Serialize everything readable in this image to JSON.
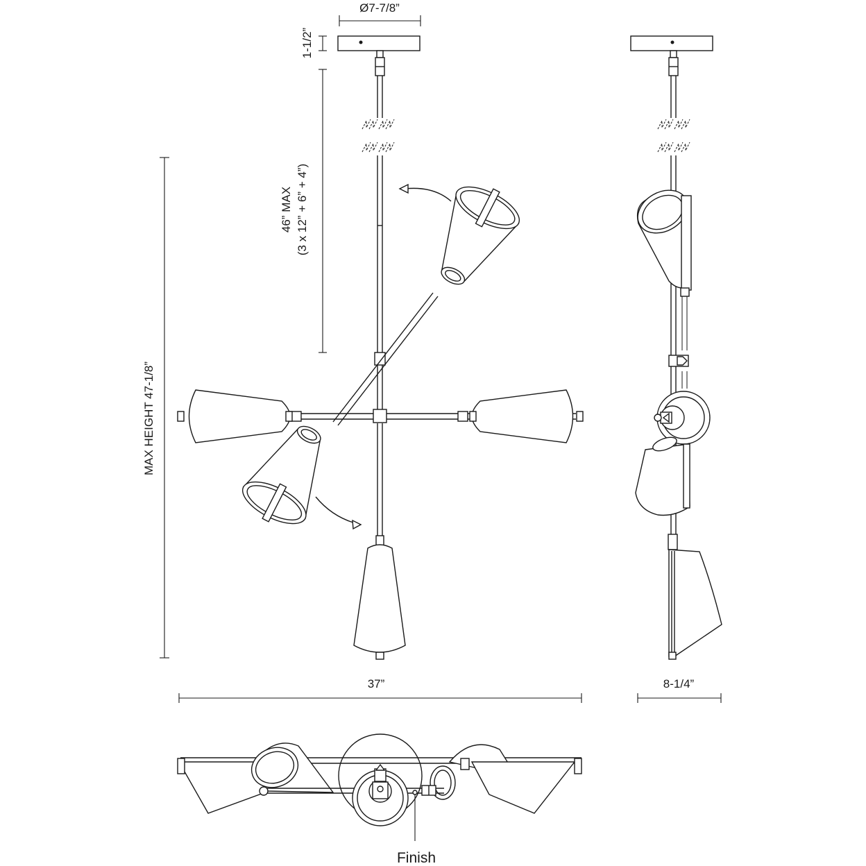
{
  "labels": {
    "canopy_diameter": "Ø7-7/8”",
    "canopy_height": "1-1/2”",
    "stem_max": "46” MAX",
    "stem_breakdown": "(3 x 12” + 6” + 4”)",
    "max_height": "MAX HEIGHT 47-1/8”",
    "width_front": "37”",
    "width_side": "8-1/4”",
    "finish": "Finish"
  },
  "colors": {
    "line": "#1a1a1a",
    "background": "#ffffff"
  }
}
